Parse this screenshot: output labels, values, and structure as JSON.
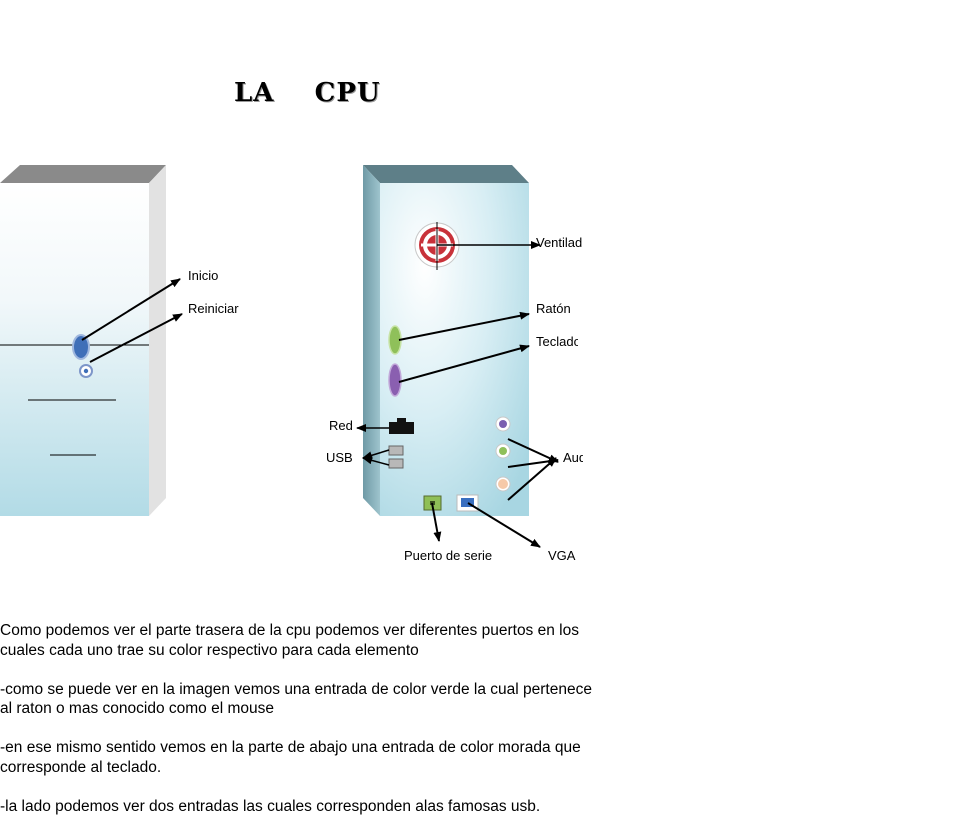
{
  "title": "LA    CPU",
  "front_labels": {
    "power": "Inicio",
    "reset": "Reiniciar"
  },
  "back_labels": {
    "fan": "Ventilador",
    "mouse": "Ratón",
    "keyboard": "Teclado",
    "network": "Red",
    "usb": "USB",
    "audio": "Audio",
    "serial": "Puerto de serie",
    "vga": "VGA"
  },
  "colors": {
    "mouse_port": "#8fc05a",
    "keyboard_port": "#8a5fb0",
    "fan": "#c8323a",
    "case_top": "#8a8a8a",
    "back_top": "#5e7f88"
  },
  "description": [
    "Como podemos ver el parte trasera de la cpu podemos ver diferentes puertos en los cuales cada uno trae su color respectivo para cada elemento",
    "-como se puede ver en la imagen vemos una entrada de color verde la cual pertenece al raton o mas conocido como el mouse",
    "-en ese mismo sentido vemos en la parte de abajo una entrada de color morada que corresponde al teclado.",
    "-la lado podemos ver dos entradas las cuales corresponden alas famosas usb."
  ]
}
